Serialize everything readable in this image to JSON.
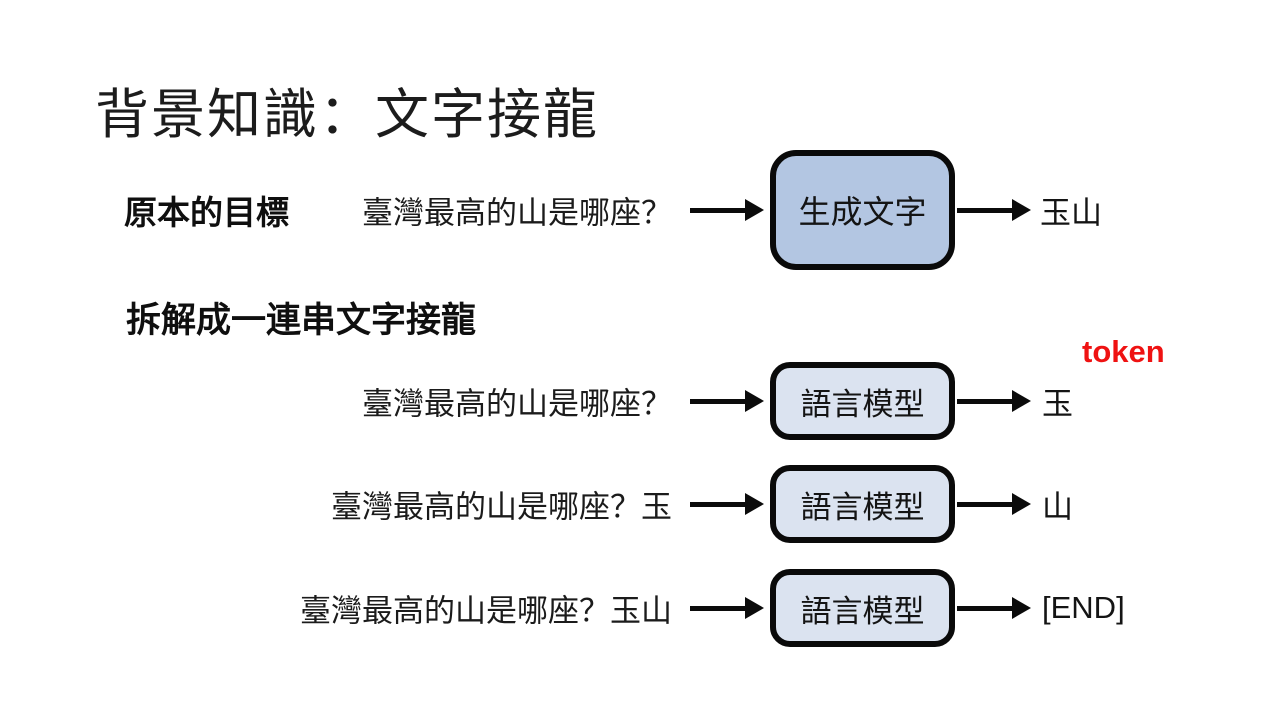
{
  "slide": {
    "title": "背景知識：文字接龍"
  },
  "colors": {
    "background": "#ffffff",
    "text": "#1a1a1a",
    "box_border": "#0a0a0a",
    "generate_box_fill": "#b3c6e2",
    "lm_box_fill": "#dbe3f0",
    "token_red": "#ef1212"
  },
  "original_goal": {
    "label": "原本的目標",
    "input": "臺灣最高的山是哪座？",
    "box": "生成文字",
    "output": "玉山"
  },
  "decompose": {
    "label": "拆解成一連串文字接龍",
    "token_label": "token",
    "rows": [
      {
        "input": "臺灣最高的山是哪座？",
        "box": "語言模型",
        "output": "玉"
      },
      {
        "input": "臺灣最高的山是哪座？玉",
        "box": "語言模型",
        "output": "山"
      },
      {
        "input": "臺灣最高的山是哪座？玉山",
        "box": "語言模型",
        "output": "[END]"
      }
    ]
  }
}
